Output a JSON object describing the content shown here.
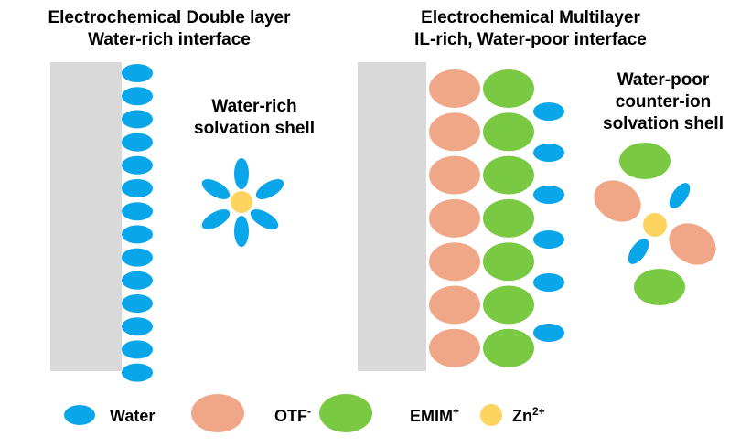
{
  "left_panel": {
    "title_line1": "Electrochemical Double layer",
    "title_line2": "Water-rich interface",
    "shell_label_line1": "Water-rich",
    "shell_label_line2": "solvation shell"
  },
  "right_panel": {
    "title_line1": "Electrochemical Multilayer",
    "title_line2": "IL-rich, Water-poor interface",
    "shell_label_line1": "Water-poor",
    "shell_label_line2": "counter-ion",
    "shell_label_line3": "solvation shell"
  },
  "legend": {
    "water": "Water",
    "otf": "OTF",
    "otf_charge": "-",
    "emim": "EMIM",
    "emim_charge": "+",
    "zn": "Zn",
    "zn_charge": "2+"
  },
  "colors": {
    "water": "#0aa6ea",
    "otf": "#f0a787",
    "emim": "#7ac943",
    "zn": "#fcd45f",
    "electrode": "#d9d9d9"
  }
}
